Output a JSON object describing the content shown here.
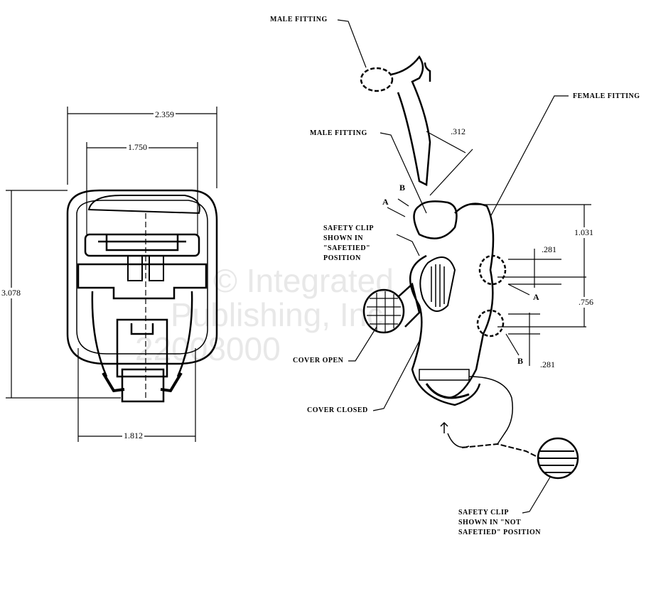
{
  "watermark": {
    "line1": "© Integrated",
    "line2": "Publishing, Inc.",
    "line3": "22008000"
  },
  "left_view": {
    "dimensions": {
      "overall_width": "2.359",
      "inner_width": "1.750",
      "height": "3.078",
      "base_width": "1.812"
    }
  },
  "right_view": {
    "labels": {
      "male_fitting_top": "MALE FITTING",
      "female_fitting": "FEMALE FITTING",
      "male_fitting": "MALE FITTING",
      "safety_clip_safetied": [
        "SAFETY CLIP",
        "SHOWN IN",
        "\"SAFETIED\"",
        "POSITION"
      ],
      "cover_open": "COVER OPEN",
      "cover_closed": "COVER CLOSED",
      "safety_clip_not_safetied": [
        "SAFETY CLIP",
        "SHOWN IN \"NOT",
        "SAFETIED\" POSITION"
      ]
    },
    "dimensions": {
      "gap": ".312",
      "height_upper": "1.031",
      "upper_offset": ".281",
      "height_lower": ".756",
      "lower_offset": ".281"
    },
    "section_marks": {
      "a_left": "A",
      "b_left": "B",
      "a_right": "A",
      "b_right": "B"
    }
  }
}
